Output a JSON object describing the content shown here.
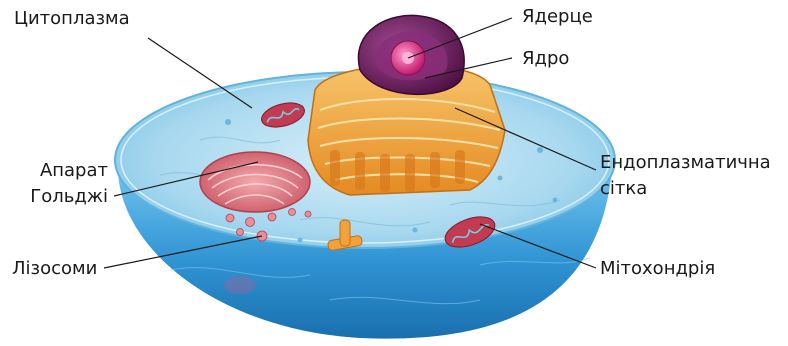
{
  "diagram": {
    "labels": {
      "cytoplasm": "Цитоплазма",
      "nucleolus": "Ядерце",
      "nucleus": "Ядро",
      "er_line1": "Ендоплазматична",
      "er_line2": "сітка",
      "golgi_line1": "Апарат",
      "golgi_line2": "Гольджі",
      "lysosomes": "Лізосоми",
      "mitochondrion": "Мітохондрія"
    }
  },
  "colors": {
    "cytoplasm": "#8ccbe8",
    "cell_body": "#2e8fce",
    "nucleus": "#6b1d5c",
    "nucleolus": "#e23a8e",
    "er": "#f2a23a",
    "golgi": "#e7838a",
    "mitochondria": "#c23b50",
    "leader_line": "#1a1a1a"
  }
}
